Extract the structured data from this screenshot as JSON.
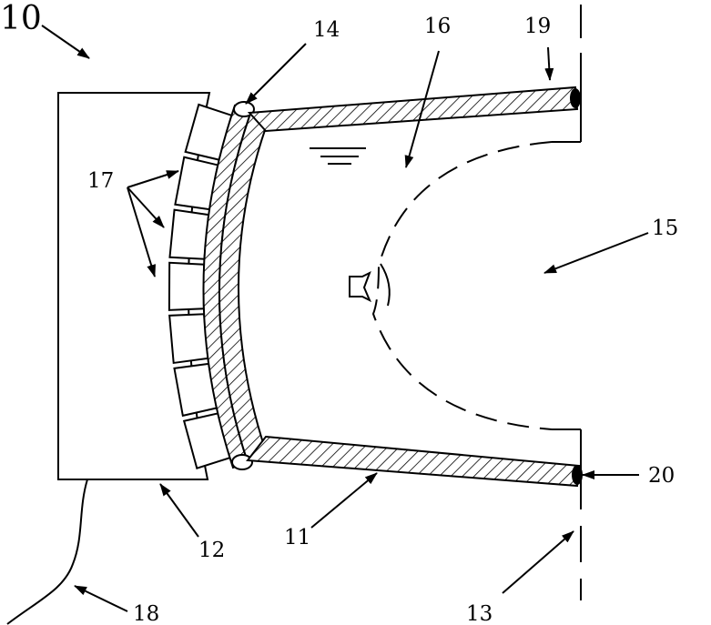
{
  "figure": {
    "main_label": "10",
    "ref_labels": {
      "l11": "11",
      "l12": "12",
      "l13": "13",
      "l14": "14",
      "l15": "15",
      "l16": "16",
      "l17": "17",
      "l18": "18",
      "l19": "19",
      "l20": "20"
    },
    "crystal_count": 7
  }
}
